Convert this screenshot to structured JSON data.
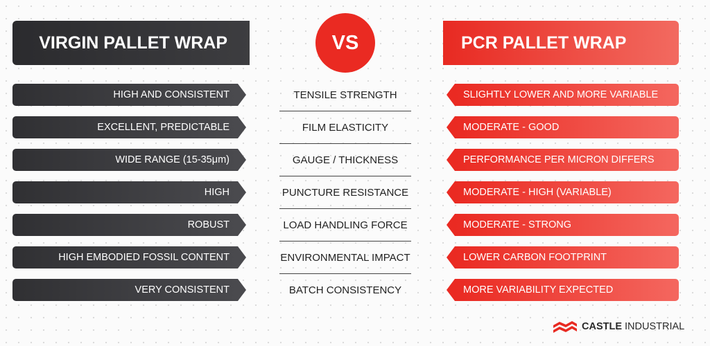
{
  "header": {
    "left_title": "VIRGIN PALLET WRAP",
    "vs_label": "VS",
    "right_title": "PCR PALLET WRAP"
  },
  "rows": [
    {
      "virgin": "HIGH AND CONSISTENT",
      "criterion": "TENSILE STRENGTH",
      "pcr": "SLIGHTLY LOWER AND MORE VARIABLE"
    },
    {
      "virgin": "EXCELLENT, PREDICTABLE",
      "criterion": "FILM ELASTICITY",
      "pcr": "MODERATE - GOOD"
    },
    {
      "virgin": "WIDE RANGE (15-35μm)",
      "criterion": "GAUGE / THICKNESS",
      "pcr": "PERFORMANCE PER MICRON DIFFERS"
    },
    {
      "virgin": "HIGH",
      "criterion": "PUNCTURE RESISTANCE",
      "pcr": "MODERATE - HIGH (VARIABLE)"
    },
    {
      "virgin": "ROBUST",
      "criterion": "LOAD HANDLING FORCE",
      "pcr": "MODERATE - STRONG"
    },
    {
      "virgin": "HIGH EMBODIED FOSSIL CONTENT",
      "criterion": "ENVIRONMENTAL IMPACT",
      "pcr": "LOWER CARBON FOOTPRINT"
    },
    {
      "virgin": "VERY CONSISTENT",
      "criterion": "BATCH CONSISTENCY",
      "pcr": "MORE VARIABILITY EXPECTED"
    }
  ],
  "logo": {
    "icon": "castle-logo-icon",
    "bold": "CASTLE",
    "regular": "INDUSTRIAL"
  },
  "colors": {
    "virgin_dark": "#303033",
    "pcr_red": "#ea2a22",
    "background": "#fbfbfb"
  }
}
